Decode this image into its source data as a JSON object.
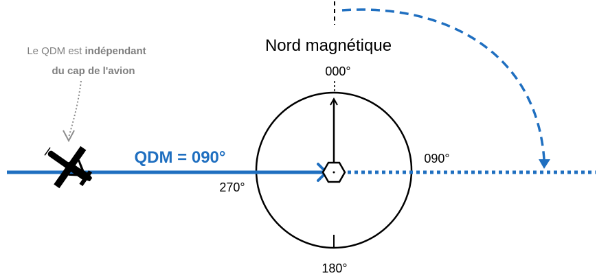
{
  "note": {
    "line1_regular": "Le QDM est ",
    "line1_bold": "indépendant",
    "line2_bold": "du cap de l'avion"
  },
  "labels": {
    "north_title": "Nord magnétique",
    "heading_000": "000°",
    "heading_090": "090°",
    "heading_180": "180°",
    "heading_270": "270°",
    "qdm": "QDM = 090°"
  },
  "colors": {
    "blue": "#1f6fc0",
    "black": "#000000",
    "note_gray": "#7f7f7f"
  },
  "icons": {
    "aircraft": "airplane-silhouette-icon",
    "station": "vor-hexagon-icon"
  }
}
